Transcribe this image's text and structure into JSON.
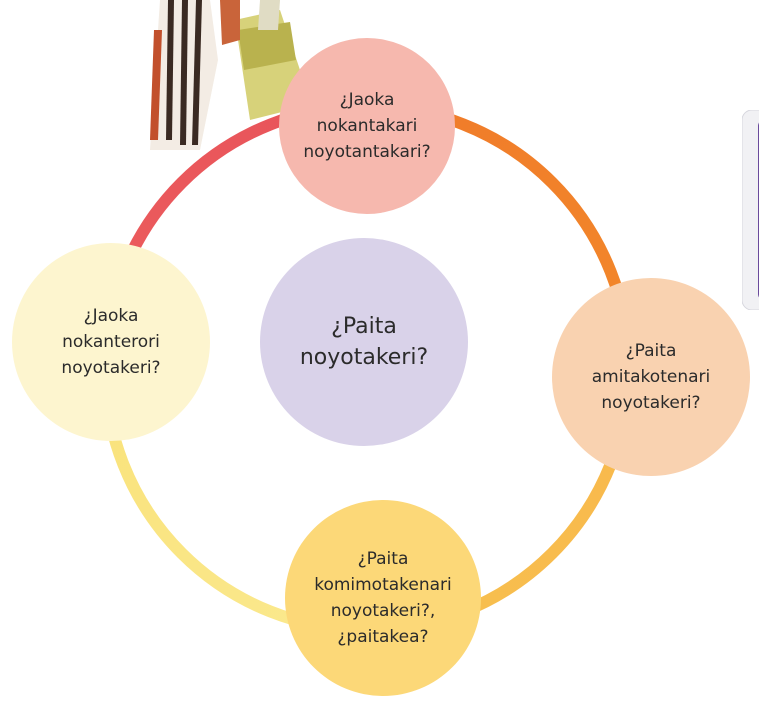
{
  "diagram": {
    "center": {
      "label": "¿Paita\nnoyotakeri?",
      "color": "#d9d2e9"
    },
    "nodes": {
      "top": {
        "label": "¿Jaoka\nnokantakari\nnoyotantakari?",
        "color": "#f6b8ae"
      },
      "right": {
        "label": "¿Paita\namitakotenari\nnoyotakeri?",
        "color": "#f9d2b0"
      },
      "bottom": {
        "label": "¿Paita\nkomimotakenari\nnoyotakeri?,\n¿paitakea?",
        "color": "#fcd878"
      },
      "left": {
        "label": "¿Jaoka\nnokanterori\nnoyotakeri?",
        "color": "#fdf5cf"
      }
    },
    "ring_colors": {
      "top_left": "#e8535a",
      "top_right": "#f07d23",
      "bottom_right": "#f7b84a",
      "bottom_left": "#fbe88a"
    }
  }
}
